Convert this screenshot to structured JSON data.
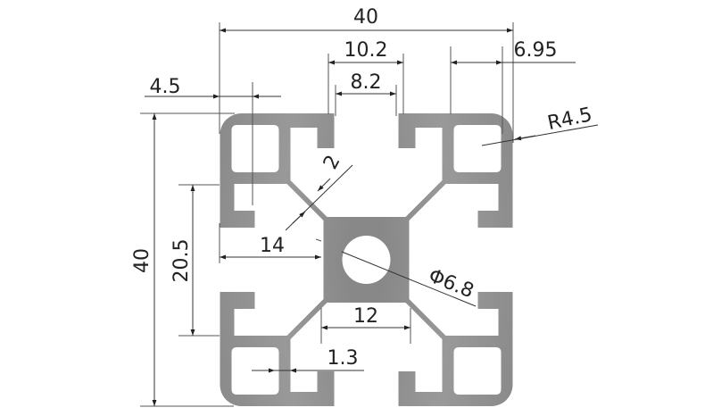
{
  "drawing": {
    "profile_color": "#8f8f8f",
    "line_color": "#333333",
    "dimensions": {
      "overall_width": "40",
      "overall_height": "40",
      "slot_outer_width": "10.2",
      "slot_opening": "8.2",
      "flange_width": "6.95",
      "corner_radius": "R4.5",
      "edge_offset": "4.5",
      "slot_spacing": "20.5",
      "slot_depth": "14",
      "web_thickness": "2",
      "center_hole": "Φ6.8",
      "core_width": "12",
      "rib_thickness": "1.3"
    }
  }
}
